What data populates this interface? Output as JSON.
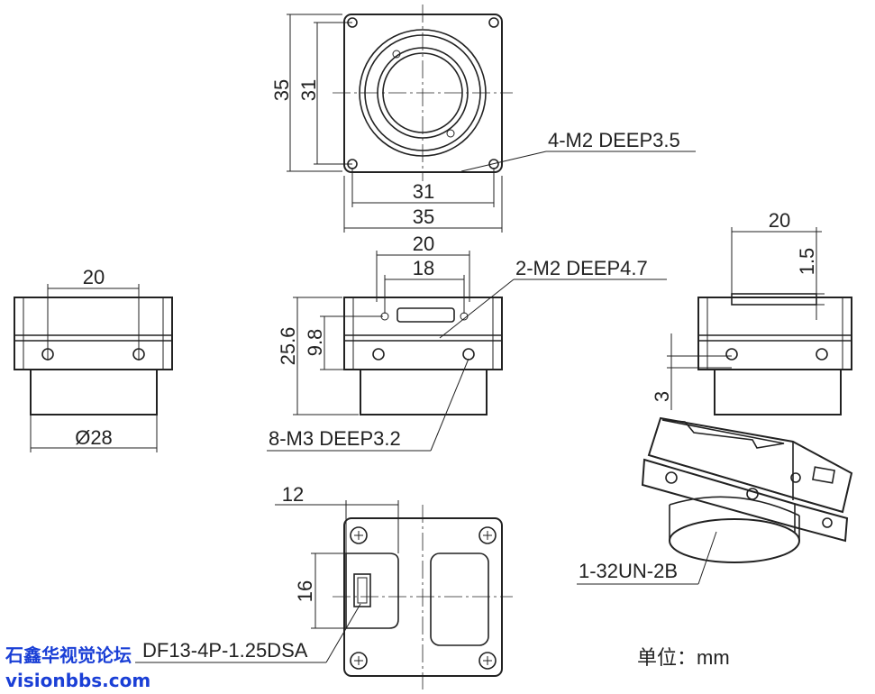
{
  "dimensions": {
    "front_35_v": "35",
    "front_31_v": "31",
    "front_31_h": "31",
    "front_35_h": "35",
    "thread_4m2": "4-M2 DEEP3.5",
    "top_20": "20",
    "top_18": "18",
    "thread_2m2": "2-M2 DEEP4.7",
    "side_25_6": "25.6",
    "side_9_8": "9.8",
    "thread_8m3": "8-M3 DEEP3.2",
    "left_20": "20",
    "diameter_28": "Ø28",
    "right_20": "20",
    "right_1_5": "1.5",
    "right_3": "3",
    "back_12": "12",
    "back_16": "16",
    "connector": "DF13-4P-1.25DSA",
    "mount": "1-32UN-2B",
    "unit": "单位：mm"
  },
  "watermark": {
    "line1": "石鑫华视觉论坛",
    "line2": "visionbbs.com",
    "color": "#1a3fd6"
  }
}
